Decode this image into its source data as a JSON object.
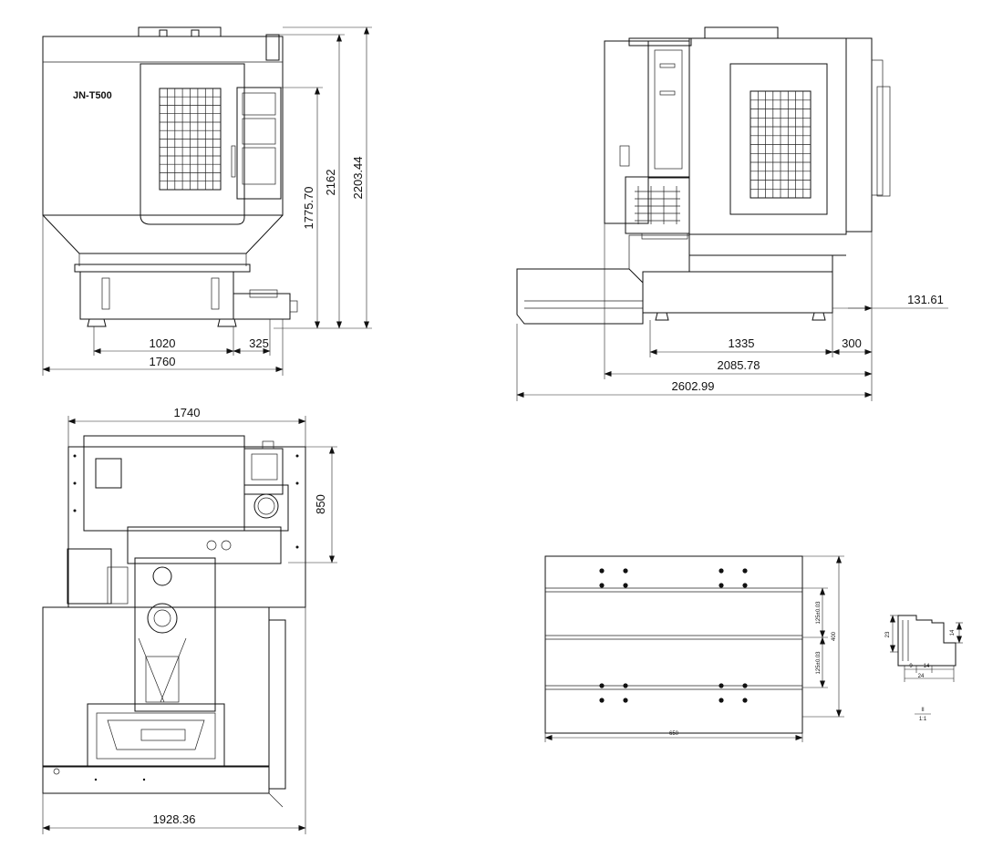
{
  "drawing": {
    "model_label": "JN-T500",
    "front_view": {
      "dims": {
        "total_height": "2203.44",
        "height_mid": "2162",
        "height_lower": "1775.70",
        "width_base": "1020",
        "width_side": "325",
        "width_total": "1760"
      }
    },
    "side_view": {
      "dims": {
        "right_offset": "131.61",
        "base": "1335",
        "rear": "300",
        "body": "2085.78",
        "total": "2602.99"
      }
    },
    "top_view": {
      "dims": {
        "width_top": "1740",
        "depth_panel": "850",
        "width_bottom": "1928.36"
      }
    },
    "table_view": {
      "dims": {
        "length": "650",
        "width": "400",
        "slot_pitch_upper": "125±0.03",
        "slot_pitch_lower": "125±0.03"
      }
    },
    "slot_detail": {
      "dims": {
        "height": "23",
        "depth": "14",
        "slot_a": "9",
        "slot_b": "14",
        "slot_total": "24"
      },
      "scale_num": "II",
      "scale_den": "1:1"
    }
  }
}
